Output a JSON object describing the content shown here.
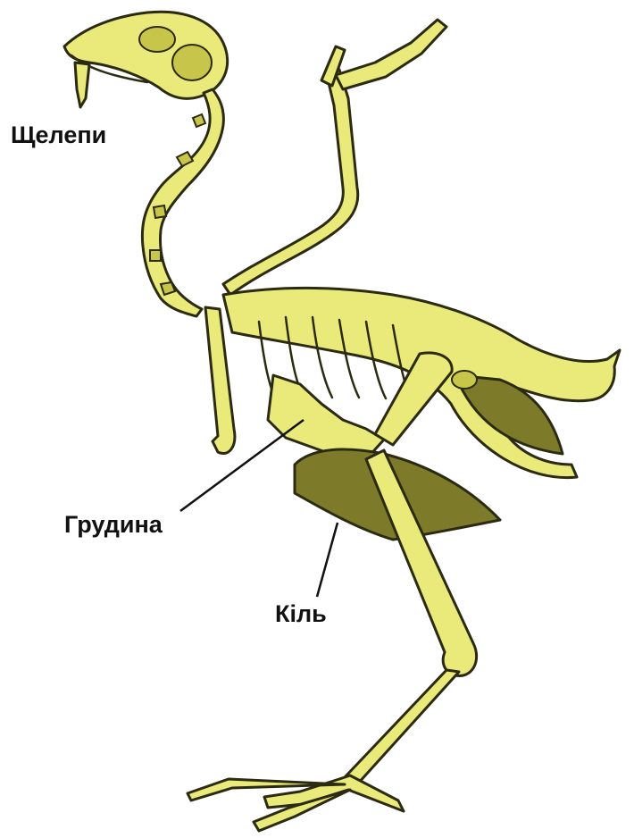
{
  "figure": {
    "labels": {
      "jaws": "Щелепи",
      "sternum": "Грудина",
      "keel": "Кіль"
    },
    "colors": {
      "bone_fill": "#e9ea7a",
      "bone_outline": "#2b2a12",
      "bone_shade": "#c8c64a",
      "keel_fill": "#7d7a2a",
      "leader_line": "#111111",
      "background": "#ffffff"
    }
  }
}
